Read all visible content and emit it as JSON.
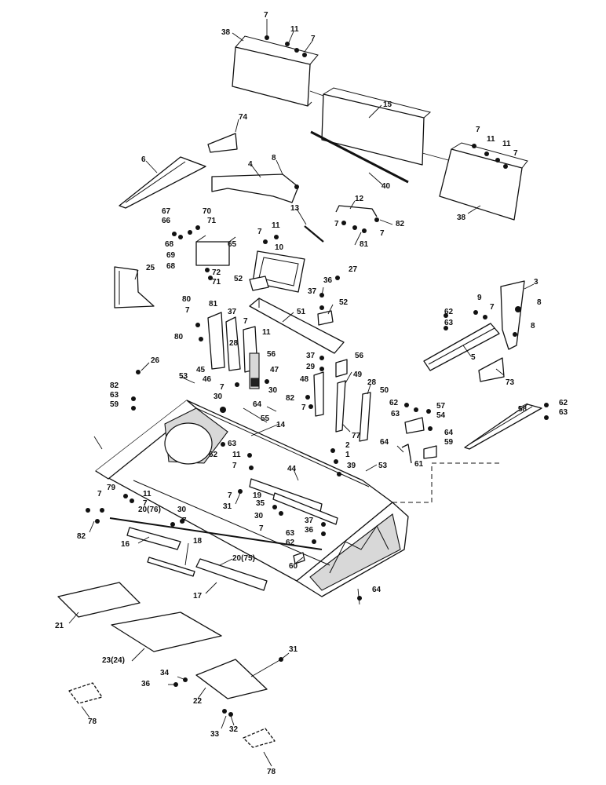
{
  "callouts": [
    {
      "id": "c1",
      "text": "7"
    },
    {
      "id": "c2",
      "text": "38"
    },
    {
      "id": "c3",
      "text": "11"
    },
    {
      "id": "c4",
      "text": "7"
    },
    {
      "id": "c5",
      "text": "15"
    },
    {
      "id": "c6",
      "text": "74"
    },
    {
      "id": "c7",
      "text": "7"
    },
    {
      "id": "c8",
      "text": "11"
    },
    {
      "id": "c9",
      "text": "11"
    },
    {
      "id": "c10",
      "text": "7"
    },
    {
      "id": "c11",
      "text": "6"
    },
    {
      "id": "c12",
      "text": "4"
    },
    {
      "id": "c13",
      "text": "8"
    },
    {
      "id": "c14",
      "text": "40"
    },
    {
      "id": "c15",
      "text": "38"
    },
    {
      "id": "c16",
      "text": "13"
    },
    {
      "id": "c17",
      "text": "12"
    },
    {
      "id": "c18",
      "text": "67"
    },
    {
      "id": "c19",
      "text": "70"
    },
    {
      "id": "c20",
      "text": "66"
    },
    {
      "id": "c21",
      "text": "71"
    },
    {
      "id": "c22",
      "text": "7"
    },
    {
      "id": "c23",
      "text": "11"
    },
    {
      "id": "c24",
      "text": "7"
    },
    {
      "id": "c25",
      "text": "7"
    },
    {
      "id": "c26",
      "text": "82"
    },
    {
      "id": "c27",
      "text": "65"
    },
    {
      "id": "c28",
      "text": "10"
    },
    {
      "id": "c29",
      "text": "81"
    },
    {
      "id": "c30",
      "text": "68"
    },
    {
      "id": "c31",
      "text": "69"
    },
    {
      "id": "c32",
      "text": "68"
    },
    {
      "id": "c33",
      "text": "72"
    },
    {
      "id": "c34",
      "text": "71"
    },
    {
      "id": "c35",
      "text": "25"
    },
    {
      "id": "c36",
      "text": "52"
    },
    {
      "id": "c37",
      "text": "36"
    },
    {
      "id": "c38",
      "text": "27"
    },
    {
      "id": "c39",
      "text": "3"
    },
    {
      "id": "c40",
      "text": "37"
    },
    {
      "id": "c41",
      "text": "52"
    },
    {
      "id": "c42",
      "text": "80"
    },
    {
      "id": "c43",
      "text": "81"
    },
    {
      "id": "c44",
      "text": "7"
    },
    {
      "id": "c45",
      "text": "37"
    },
    {
      "id": "c46",
      "text": "51"
    },
    {
      "id": "c47",
      "text": "9"
    },
    {
      "id": "c48",
      "text": "8"
    },
    {
      "id": "c49",
      "text": "62"
    },
    {
      "id": "c50",
      "text": "7"
    },
    {
      "id": "c51",
      "text": "63"
    },
    {
      "id": "c52",
      "text": "8"
    },
    {
      "id": "c53",
      "text": "80"
    },
    {
      "id": "c54",
      "text": "7"
    },
    {
      "id": "c55",
      "text": "11"
    },
    {
      "id": "c56",
      "text": "37"
    },
    {
      "id": "c57",
      "text": "28"
    },
    {
      "id": "c58",
      "text": "56"
    },
    {
      "id": "c59",
      "text": "29"
    },
    {
      "id": "c60",
      "text": "5"
    },
    {
      "id": "c61",
      "text": "56"
    },
    {
      "id": "c62",
      "text": "45"
    },
    {
      "id": "c63",
      "text": "46"
    },
    {
      "id": "c64",
      "text": "26"
    },
    {
      "id": "c65",
      "text": "53"
    },
    {
      "id": "c66",
      "text": "47"
    },
    {
      "id": "c67",
      "text": "49"
    },
    {
      "id": "c68",
      "text": "73"
    },
    {
      "id": "c69",
      "text": "7"
    },
    {
      "id": "c70",
      "text": "30"
    },
    {
      "id": "c71",
      "text": "48"
    },
    {
      "id": "c72",
      "text": "28"
    },
    {
      "id": "c73",
      "text": "50"
    },
    {
      "id": "c74",
      "text": "82"
    },
    {
      "id": "c75",
      "text": "63"
    },
    {
      "id": "c76",
      "text": "30"
    },
    {
      "id": "c77",
      "text": "64"
    },
    {
      "id": "c78",
      "text": "82"
    },
    {
      "id": "c79",
      "text": "59"
    },
    {
      "id": "c80",
      "text": "7"
    },
    {
      "id": "c81",
      "text": "55"
    },
    {
      "id": "c82",
      "text": "62"
    },
    {
      "id": "c83",
      "text": "57"
    },
    {
      "id": "c84",
      "text": "58"
    },
    {
      "id": "c85",
      "text": "62"
    },
    {
      "id": "c86",
      "text": "14"
    },
    {
      "id": "c87",
      "text": "63"
    },
    {
      "id": "c88",
      "text": "54"
    },
    {
      "id": "c89",
      "text": "63"
    },
    {
      "id": "c90",
      "text": "77"
    },
    {
      "id": "c91",
      "text": "64"
    },
    {
      "id": "c92",
      "text": "63"
    },
    {
      "id": "c93",
      "text": "2"
    },
    {
      "id": "c94",
      "text": "64"
    },
    {
      "id": "c95",
      "text": "62"
    },
    {
      "id": "c96",
      "text": "1"
    },
    {
      "id": "c97",
      "text": "59"
    },
    {
      "id": "c98",
      "text": "11"
    },
    {
      "id": "c99",
      "text": "7"
    },
    {
      "id": "c100",
      "text": "39"
    },
    {
      "id": "c101",
      "text": "61"
    },
    {
      "id": "c102",
      "text": "53"
    },
    {
      "id": "c103",
      "text": "44"
    },
    {
      "id": "c104",
      "text": "79"
    },
    {
      "id": "c105",
      "text": "11"
    },
    {
      "id": "c106",
      "text": "7"
    },
    {
      "id": "c107",
      "text": "7"
    },
    {
      "id": "c108",
      "text": "7"
    },
    {
      "id": "c109",
      "text": "19"
    },
    {
      "id": "c110",
      "text": "35"
    },
    {
      "id": "c111",
      "text": "31"
    },
    {
      "id": "c112",
      "text": "20(76)"
    },
    {
      "id": "c113",
      "text": "30"
    },
    {
      "id": "c114",
      "text": "7"
    },
    {
      "id": "c115",
      "text": "30"
    },
    {
      "id": "c116",
      "text": "37"
    },
    {
      "id": "c117",
      "text": "36"
    },
    {
      "id": "c118",
      "text": "7"
    },
    {
      "id": "c119",
      "text": "82"
    },
    {
      "id": "c120",
      "text": "63"
    },
    {
      "id": "c121",
      "text": "62"
    },
    {
      "id": "c122",
      "text": "16"
    },
    {
      "id": "c123",
      "text": "18"
    },
    {
      "id": "c124",
      "text": "20(75)"
    },
    {
      "id": "c125",
      "text": "60"
    },
    {
      "id": "c126",
      "text": "64"
    },
    {
      "id": "c127",
      "text": "17"
    },
    {
      "id": "c128",
      "text": "21"
    },
    {
      "id": "c129",
      "text": "23(24)"
    },
    {
      "id": "c130",
      "text": "31"
    },
    {
      "id": "c131",
      "text": "34"
    },
    {
      "id": "c132",
      "text": "36"
    },
    {
      "id": "c133",
      "text": "22"
    },
    {
      "id": "c134",
      "text": "78"
    },
    {
      "id": "c135",
      "text": "33"
    },
    {
      "id": "c136",
      "text": "32"
    },
    {
      "id": "c137",
      "text": "78"
    }
  ]
}
